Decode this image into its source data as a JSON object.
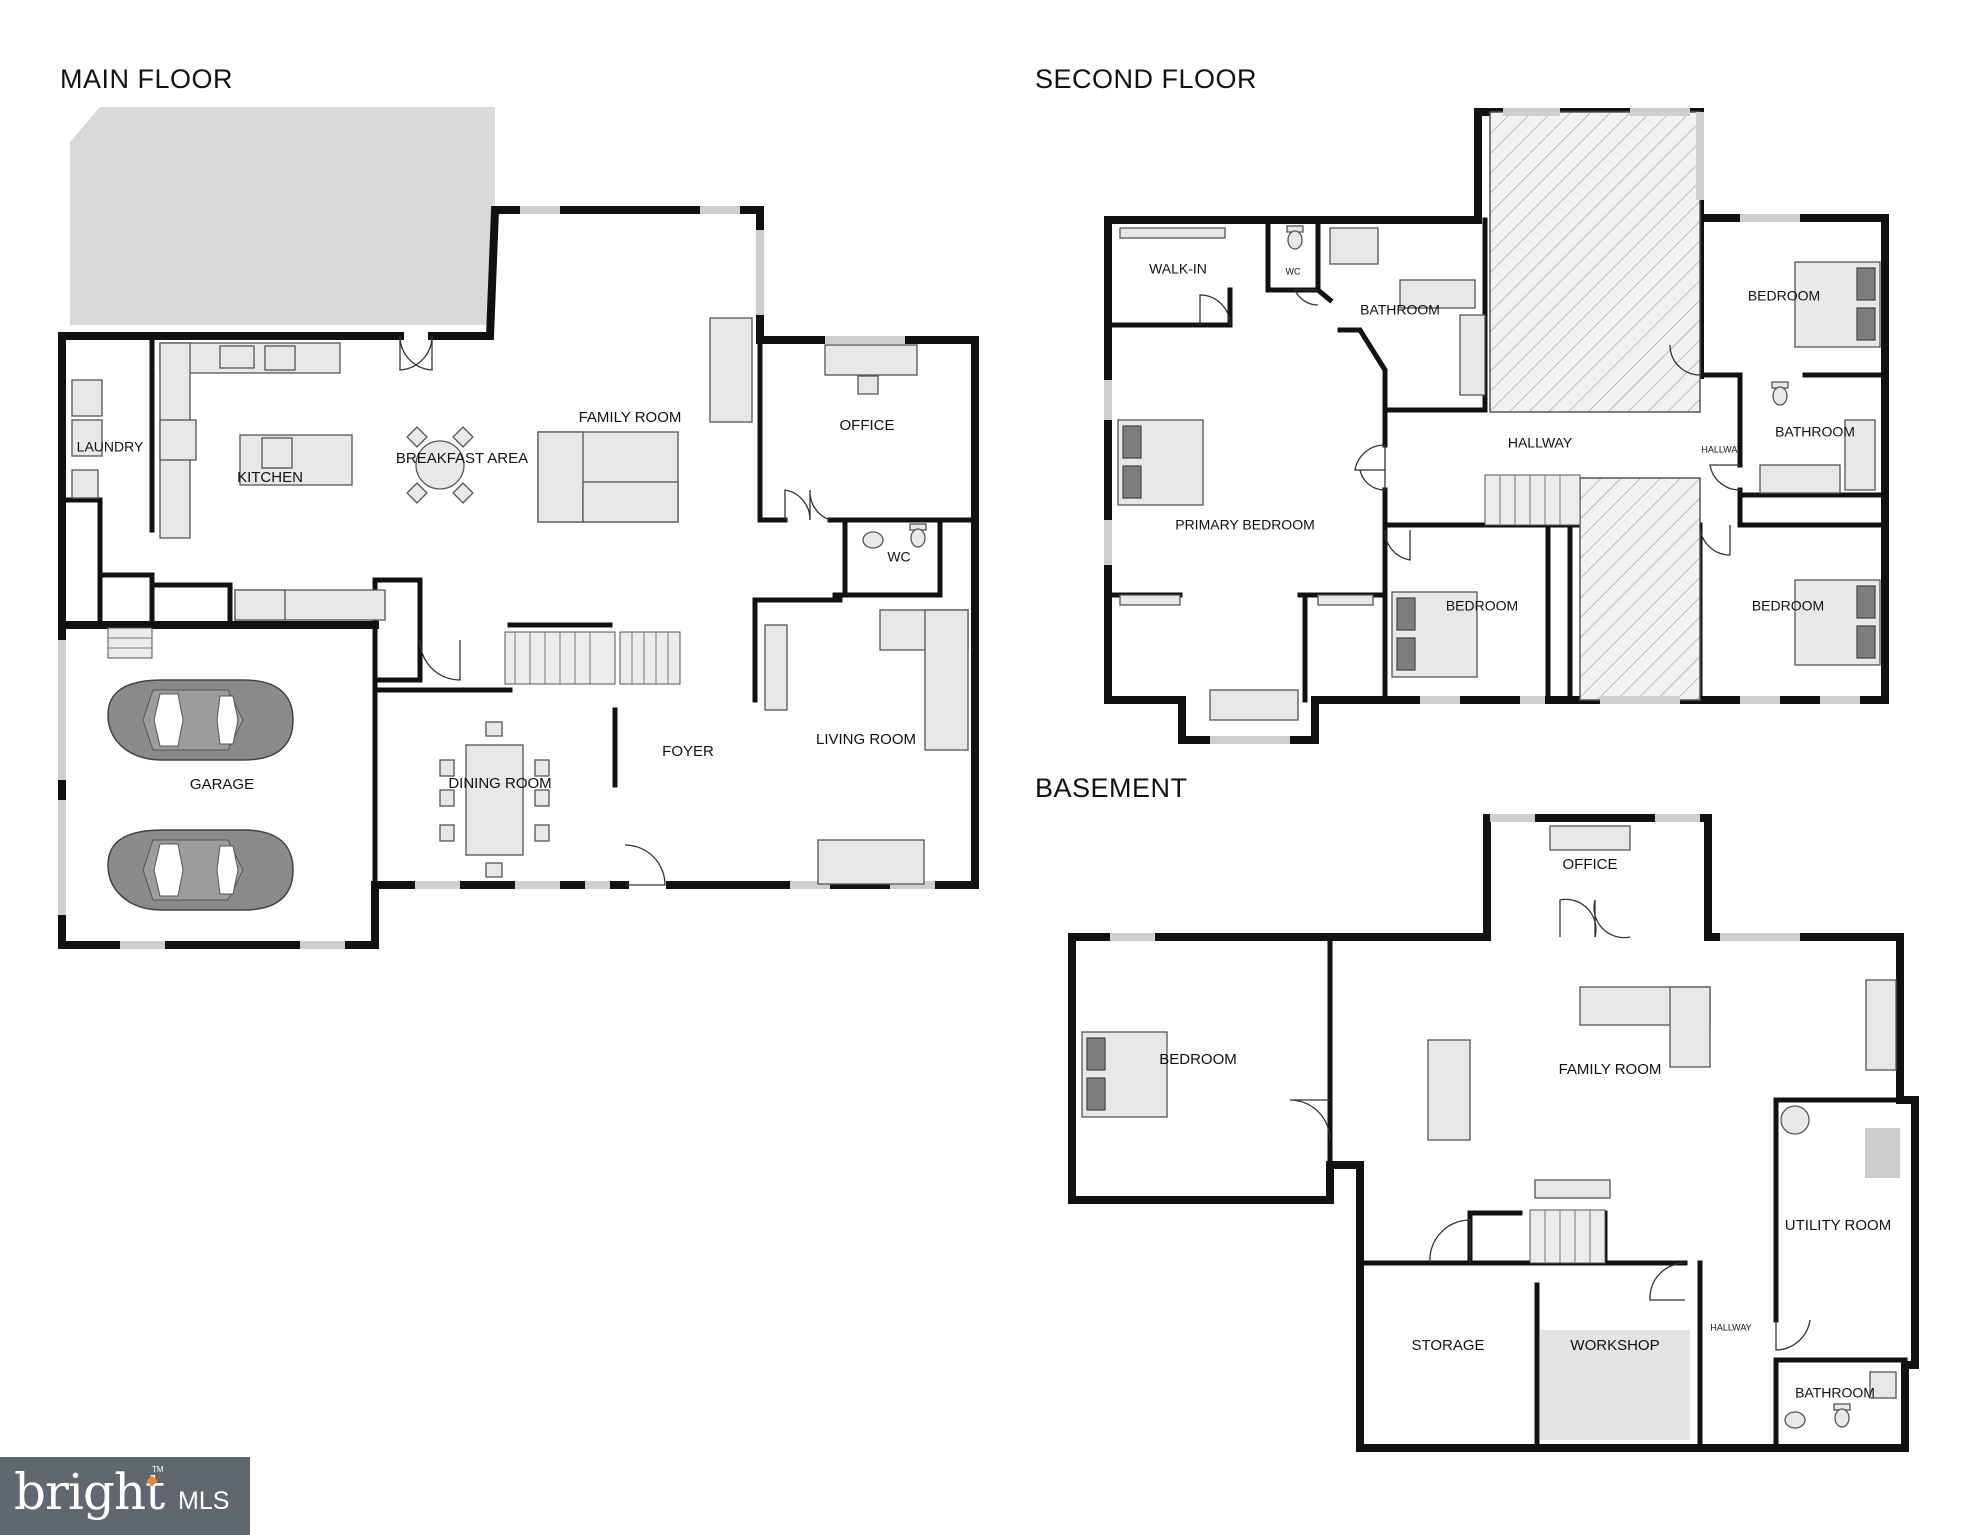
{
  "floors": {
    "main": {
      "title": "MAIN FLOOR",
      "rooms": {
        "laundry": "LAUNDRY",
        "kitchen": "KITCHEN",
        "breakfast": "BREAKFAST AREA",
        "family": "FAMILY ROOM",
        "office": "OFFICE",
        "wc": "WC",
        "garage": "GARAGE",
        "dining": "DINING ROOM",
        "foyer": "FOYER",
        "living": "LIVING ROOM"
      }
    },
    "second": {
      "title": "SECOND FLOOR",
      "rooms": {
        "walkin": "WALK-IN",
        "wc": "WC",
        "bath_primary": "BATHROOM",
        "bedroom_ne": "BEDROOM",
        "hallway": "HALLWAY",
        "hallway_small": "HALLWAY",
        "bath_hall": "BATHROOM",
        "primary": "PRIMARY BEDROOM",
        "bedroom_mid": "BEDROOM",
        "bedroom_se": "BEDROOM"
      }
    },
    "basement": {
      "title": "BASEMENT",
      "rooms": {
        "office": "OFFICE",
        "bedroom": "BEDROOM",
        "family": "FAMILY ROOM",
        "utility": "UTILITY ROOM",
        "storage": "STORAGE",
        "workshop": "WORKSHOP",
        "hallway": "HALLWAY",
        "bathroom": "BATHROOM"
      }
    }
  },
  "branding": {
    "word": "bright",
    "mls": "MLS",
    "tm": "TM"
  },
  "icons": [
    "car-icon",
    "sofa-icon",
    "bed-icon",
    "table-icon",
    "stair-icon",
    "door-swing-icon",
    "toilet-icon",
    "sink-icon",
    "bathtub-icon",
    "desk-icon"
  ]
}
